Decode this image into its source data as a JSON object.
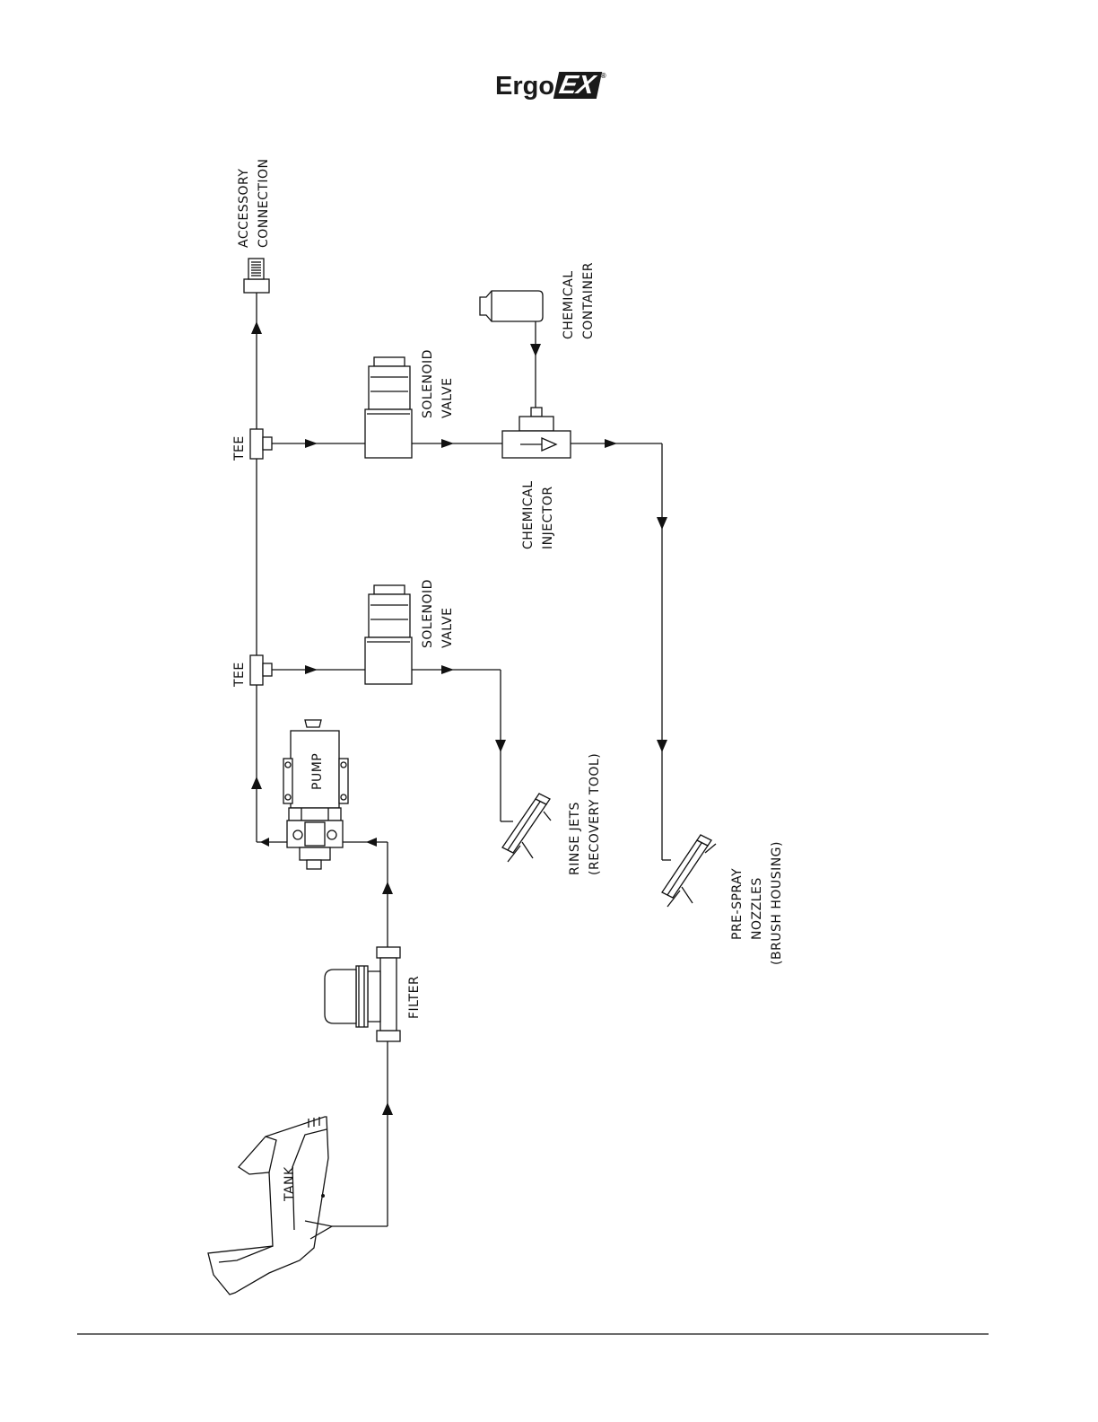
{
  "logo": {
    "text": "Ergo",
    "mark": "EX",
    "registered": "®"
  },
  "labels": {
    "accessory": [
      "ACCESSORY",
      "CONNECTION"
    ],
    "chemical_container": [
      "CHEMICAL",
      "CONTAINER"
    ],
    "tee_upper": "TEE",
    "tee_lower": "TEE",
    "solenoid_upper": [
      "SOLENOID",
      "VALVE"
    ],
    "solenoid_lower": [
      "SOLENOID",
      "VALVE"
    ],
    "chemical_injector": [
      "CHEMICAL",
      "INJECTOR"
    ],
    "pump": "PUMP",
    "rinse_jets": [
      "RINSE JETS",
      "(RECOVERY TOOL)"
    ],
    "pre_spray": [
      "PRE-SPRAY",
      "NOZZLES",
      "(BRUSH HOUSING)"
    ],
    "filter": "FILTER",
    "tank": "TANK"
  }
}
